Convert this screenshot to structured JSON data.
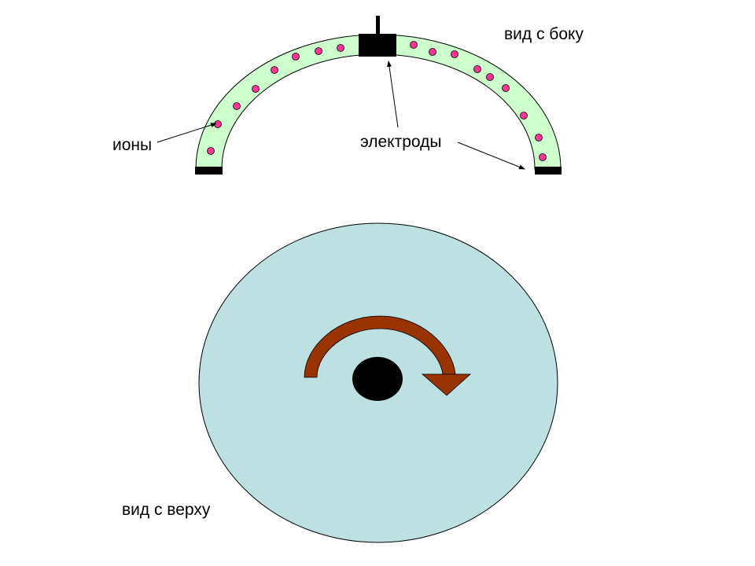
{
  "labels": {
    "side_view": "вид с боку",
    "ions": "ионы",
    "electrodes": "электроды",
    "top_view": "вид с верху"
  },
  "colors": {
    "channel_fill": "#ccffcc",
    "ion": "#ff3399",
    "disk": "#bde0e3",
    "rotation_arrow": "#993300",
    "electrode": "#000000"
  },
  "icons": [
    "rotation-arrow-icon"
  ]
}
